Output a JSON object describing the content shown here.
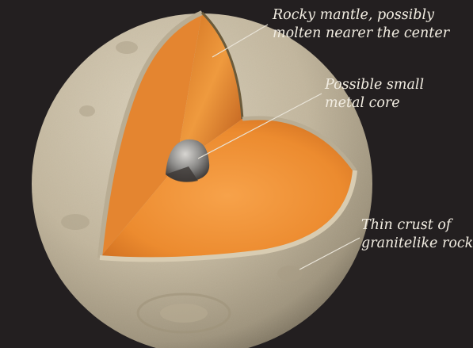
{
  "colors": {
    "background": "#231f20",
    "label_text": "#f2ede2",
    "leader_line": "#e9e4d8",
    "crust": "#c8bca3",
    "mantle": "#e98a2f",
    "core": "#8a8b8f"
  },
  "labels": {
    "mantle": {
      "line1": "Rocky mantle, possibly",
      "line2": "molten nearer the center"
    },
    "core": {
      "line1": "Possible small",
      "line2": "metal core"
    },
    "crust": {
      "line1": "Thin crust of",
      "line2": "granitelike rock"
    }
  }
}
